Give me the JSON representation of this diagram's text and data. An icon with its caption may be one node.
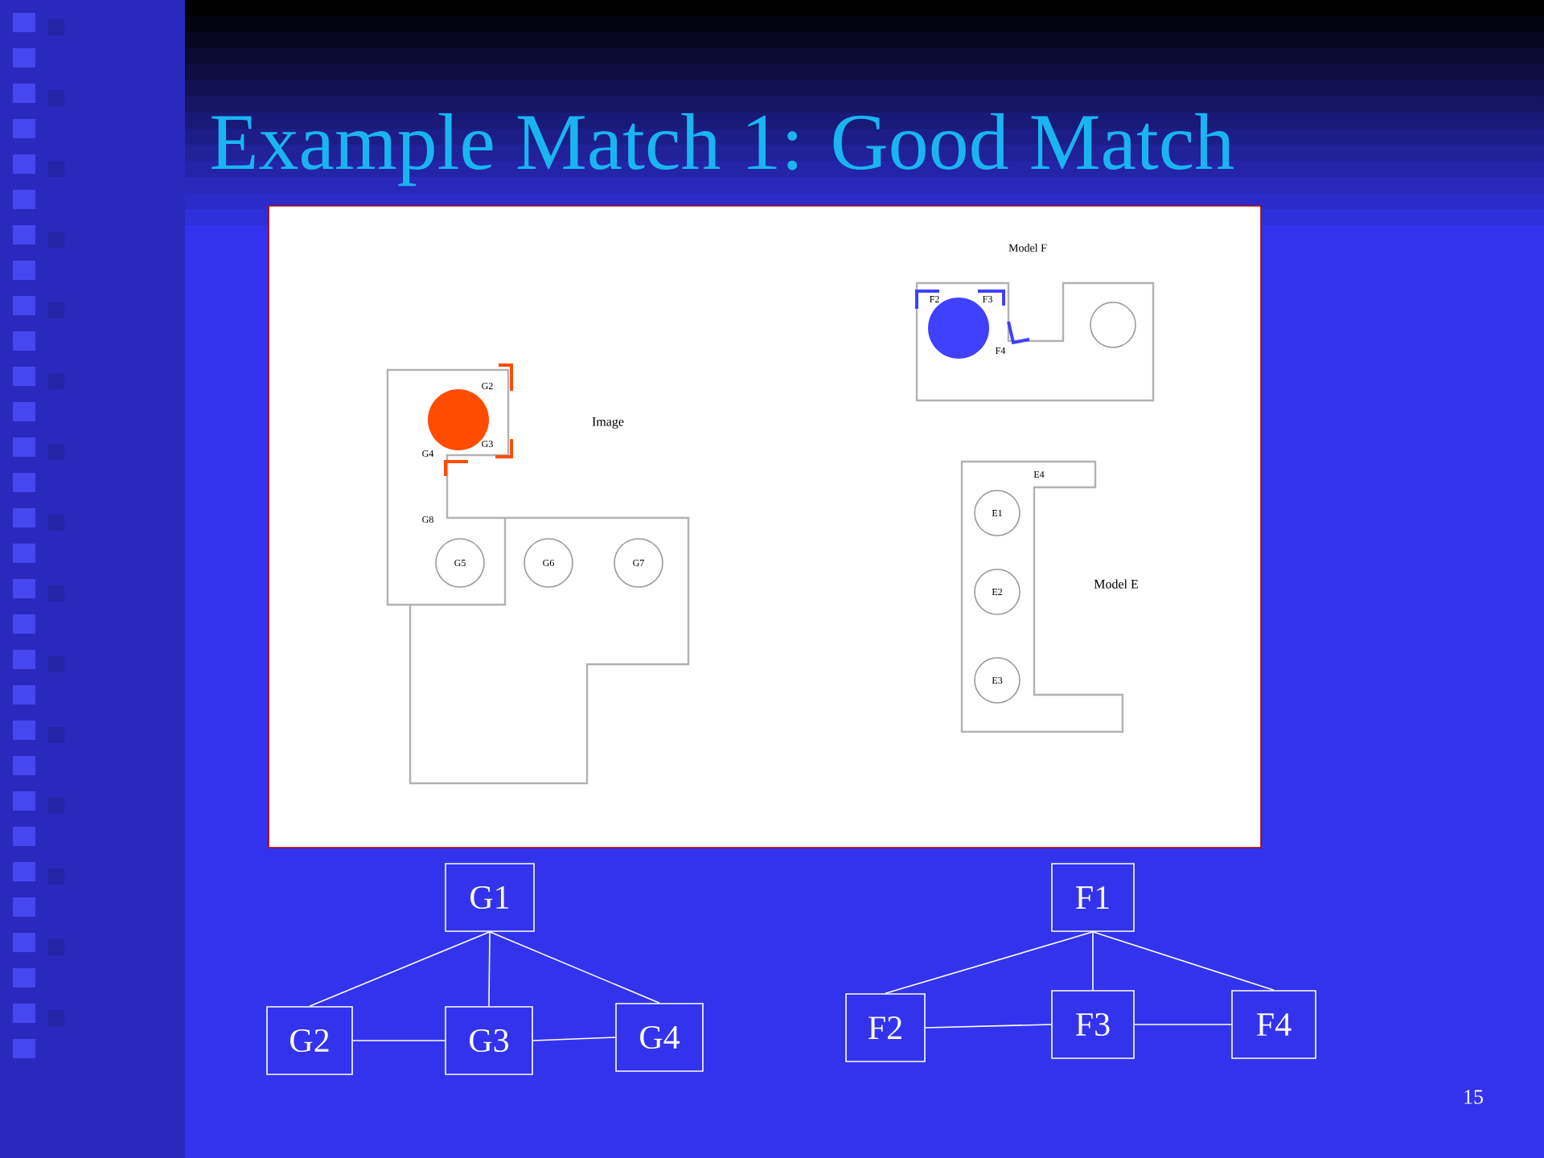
{
  "diagram": {
    "title": "Example Match 1: Good Match",
    "nodes": [
      {
        "text": [
          "G5"
        ]
      },
      {
        "text": [
          "G6"
        ]
      },
      {
        "text": [
          "G7"
        ]
      },
      {
        "text": [],
        "shape": "circle"
      },
      {
        "text": [
          "E1"
        ]
      },
      {
        "text": [
          "E2"
        ]
      },
      {
        "text": [
          "E3"
        ]
      },
      {
        "text": [
          "G1"
        ]
      },
      {
        "text": [
          "F1"
        ]
      },
      {
        "text": [
          "G2"
        ]
      },
      {
        "text": [
          "G3"
        ]
      },
      {
        "text": [
          "G4"
        ]
      },
      {
        "text": [
          "F2"
        ]
      },
      {
        "text": [
          "F3"
        ]
      },
      {
        "text": [
          "F4"
        ]
      }
    ],
    "edges": [
      {
        "from": 7,
        "to": 9,
        "arrow": "none"
      },
      {
        "from": 7,
        "to": 10,
        "arrow": "none"
      },
      {
        "from": 7,
        "to": 11,
        "arrow": "none"
      },
      {
        "from": 9,
        "to": 10,
        "arrow": "none"
      },
      {
        "from": 10,
        "to": 11,
        "arrow": "none"
      },
      {
        "from": 8,
        "to": 12,
        "arrow": "none"
      },
      {
        "from": 8,
        "to": 13,
        "arrow": "none"
      },
      {
        "from": 8,
        "to": 14,
        "arrow": "none"
      },
      {
        "from": 12,
        "to": 13,
        "arrow": "none"
      },
      {
        "from": 13,
        "to": 14,
        "arrow": "none"
      }
    ],
    "labels": [
      "Model F",
      "F2",
      "F3",
      "F4",
      "G2",
      "Image",
      "G3",
      "G4",
      "E4",
      "G8",
      "Model E",
      "15"
    ]
  }
}
